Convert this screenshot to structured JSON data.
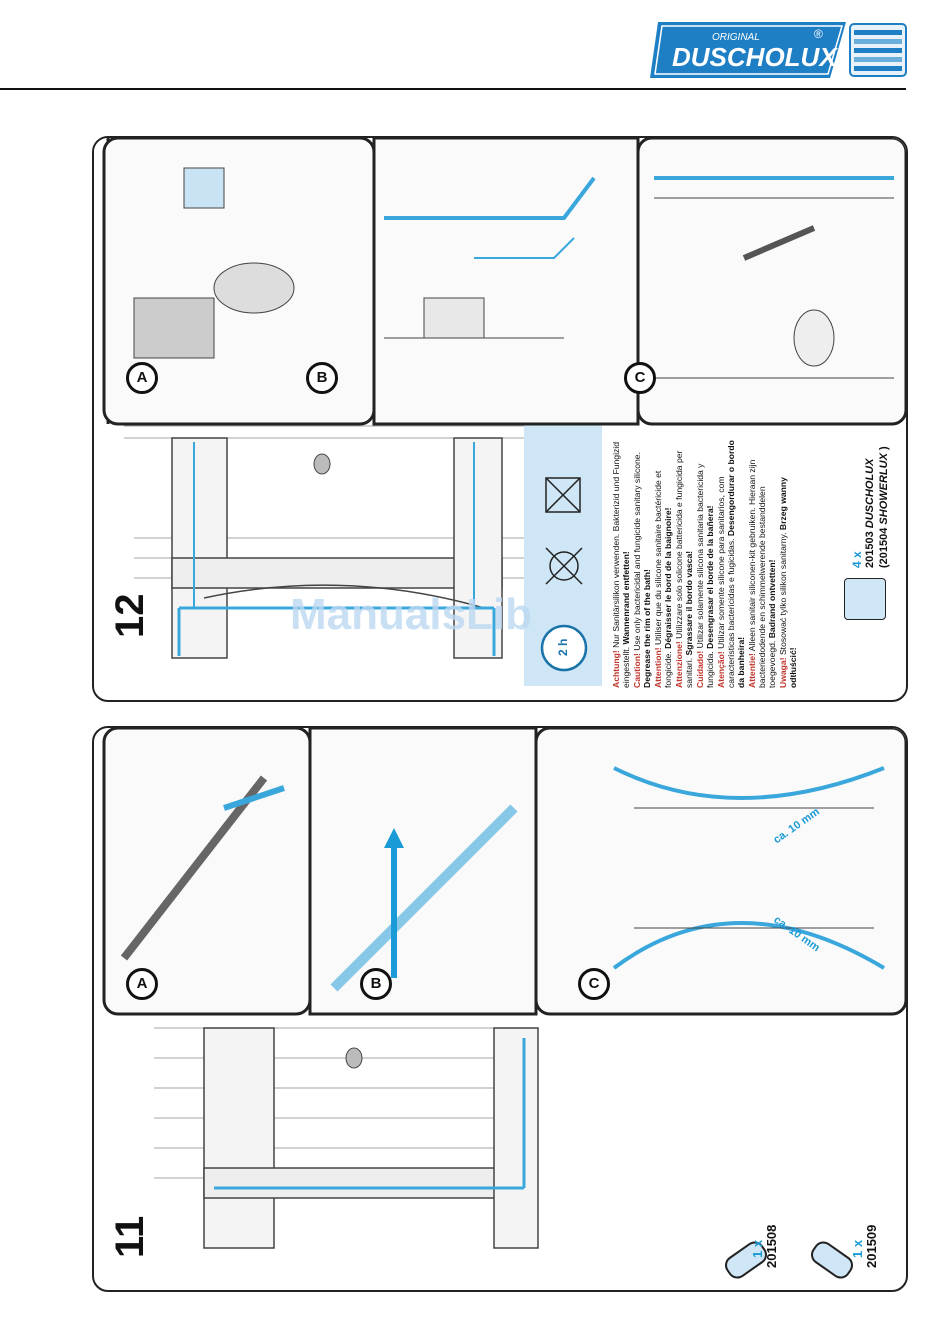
{
  "header": {
    "logo_small": "ORIGINAL",
    "logo_brand": "DUSCHOLUX",
    "logo_reg": "®"
  },
  "watermark": "ManualsLib",
  "step12": {
    "number": "12",
    "substeps": [
      "A",
      "B",
      "C"
    ],
    "cure_time": "2 h",
    "warnings": [
      {
        "label": "Achtung!",
        "text": "Nur Sanitärsilikon verwenden. Bakterizid und Fungizid eingestellt.",
        "bold": "Wannenrand entfetten!"
      },
      {
        "label": "Caution!",
        "text": "Use only bactericidal and fungicide sanitary silicone.",
        "bold": "Degrease the rim of the bath!"
      },
      {
        "label": "Attention!",
        "text": "Utiliser que du silicone sanitaire bactéricide et fongicide.",
        "bold": "Dégraisser le bord de la baignoire!"
      },
      {
        "label": "Attenzione!",
        "text": "Utilizzare solo solicone battericida e fungicida per sanitari.",
        "bold": "Sgrassare il bordo vasca!"
      },
      {
        "label": "Cuidado!",
        "text": "Utilizar solamente silicona sanitaria bactericida y fungicida.",
        "bold": "Desengrasar el borde de la bañera!"
      },
      {
        "label": "Atenção!",
        "text": "Utilizar somente silicone para sanitarios, com características bactericidas e fugicidas.",
        "bold": "Desengordurar o bordo da banheira!"
      },
      {
        "label": "Attentie!",
        "text": "Alleen sanitair siliconen-kit gebruiken. Hieraan zijn bacteriedodende en schimmelwerende bestanddelen toegevoegd.",
        "bold": "Badrand ontvetten!"
      },
      {
        "label": "Uwaga!",
        "text": "Stosować tylko silikon sanitarny.",
        "bold": "Brzeg wanny odtłuścić!"
      }
    ],
    "product": {
      "qty": "4 x",
      "code1": "201503",
      "brand1": "DUSCHOLUX",
      "code2": "(201504",
      "brand2": "SHOWERLUX",
      "close": ")"
    }
  },
  "step11": {
    "number": "11",
    "substeps": [
      "A",
      "B",
      "C"
    ],
    "measure1": "ca. 10 mm",
    "measure2": "ca. 10 mm",
    "parts": [
      {
        "qty": "1 x",
        "code": "201508"
      },
      {
        "qty": "1 x",
        "code": "201509"
      }
    ]
  },
  "colors": {
    "accent_blue": "#3aa7dc",
    "light_blue": "#cfe6f7",
    "logo_blue": "#1f7fc4",
    "warning_red": "#c0362c"
  }
}
